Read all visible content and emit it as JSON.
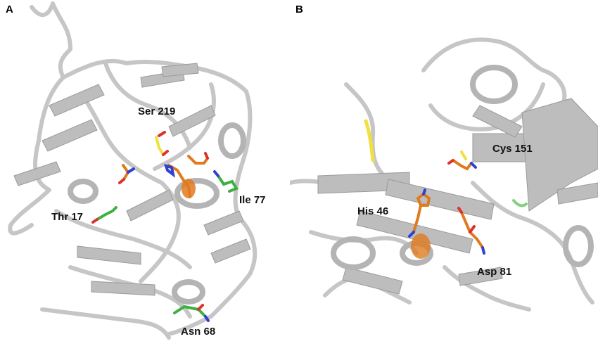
{
  "figure": {
    "panels": [
      {
        "letter": "A",
        "residues": [
          "Ser 219",
          "Thr 17",
          "Ile 77",
          "Asn 68"
        ]
      },
      {
        "letter": "B",
        "residues": [
          "Cys 151",
          "His 46",
          "Asp 81"
        ]
      }
    ],
    "colors": {
      "ribbon": "#c8c8c8",
      "ribbon_dark": "#a9a9a9",
      "catalytic": "#e07a1f",
      "highlight_green": "#3cb043",
      "highlight_yellow": "#f0e040",
      "oxygen": "#e0302a",
      "nitrogen": "#3040d0"
    }
  }
}
